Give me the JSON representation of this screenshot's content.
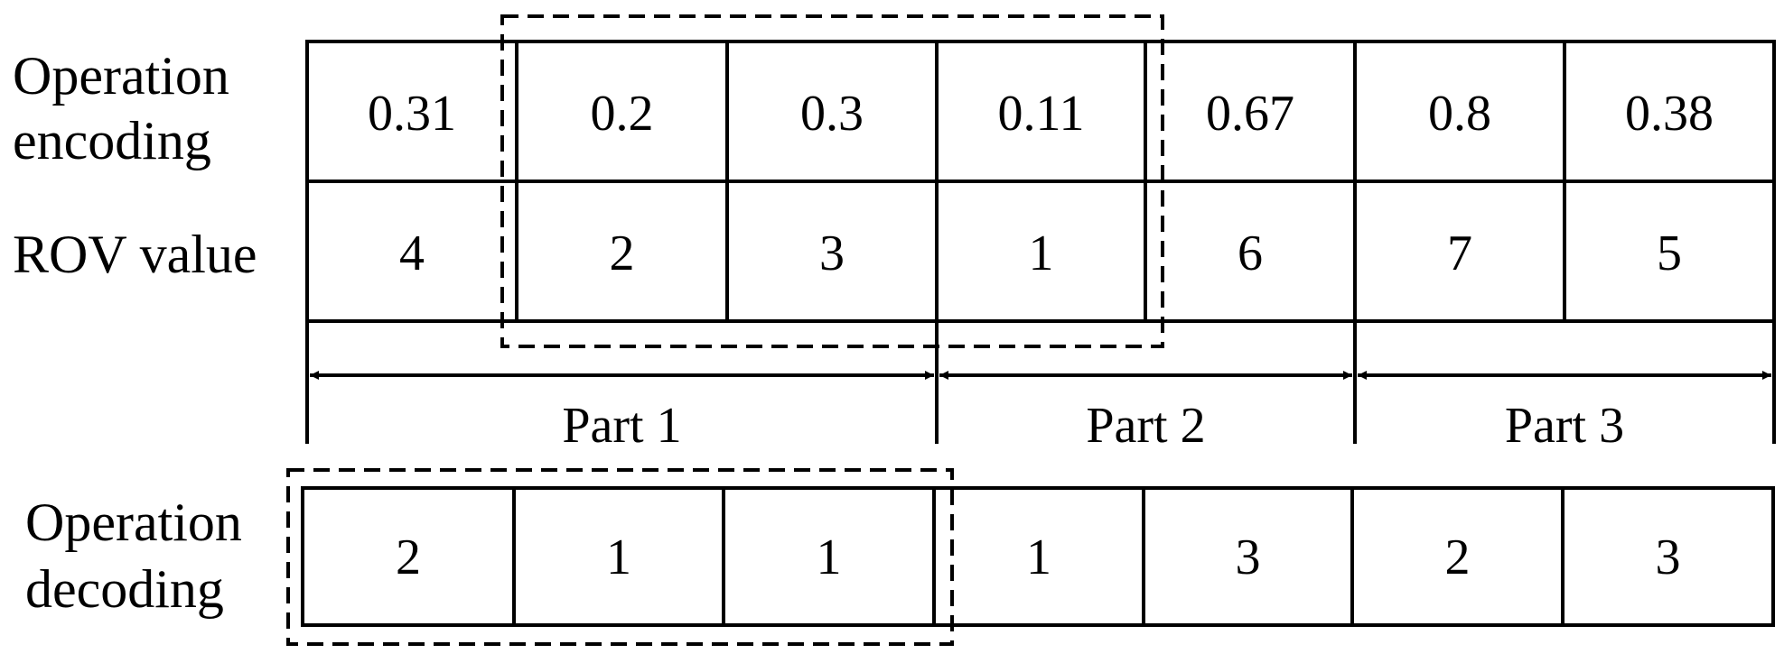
{
  "labels": {
    "operation_encoding": [
      "Operation",
      "encoding"
    ],
    "rov_value": "ROV value",
    "operation_decoding": [
      "Operation",
      "decoding"
    ]
  },
  "encoding": [
    "0.31",
    "0.2",
    "0.3",
    "0.11",
    "0.67",
    "0.8",
    "0.38"
  ],
  "rov": [
    "4",
    "2",
    "3",
    "1",
    "6",
    "7",
    "5"
  ],
  "parts": [
    "Part 1",
    "Part 2",
    "Part 3"
  ],
  "decoding": [
    "2",
    "1",
    "1",
    "1",
    "3",
    "2",
    "3"
  ]
}
